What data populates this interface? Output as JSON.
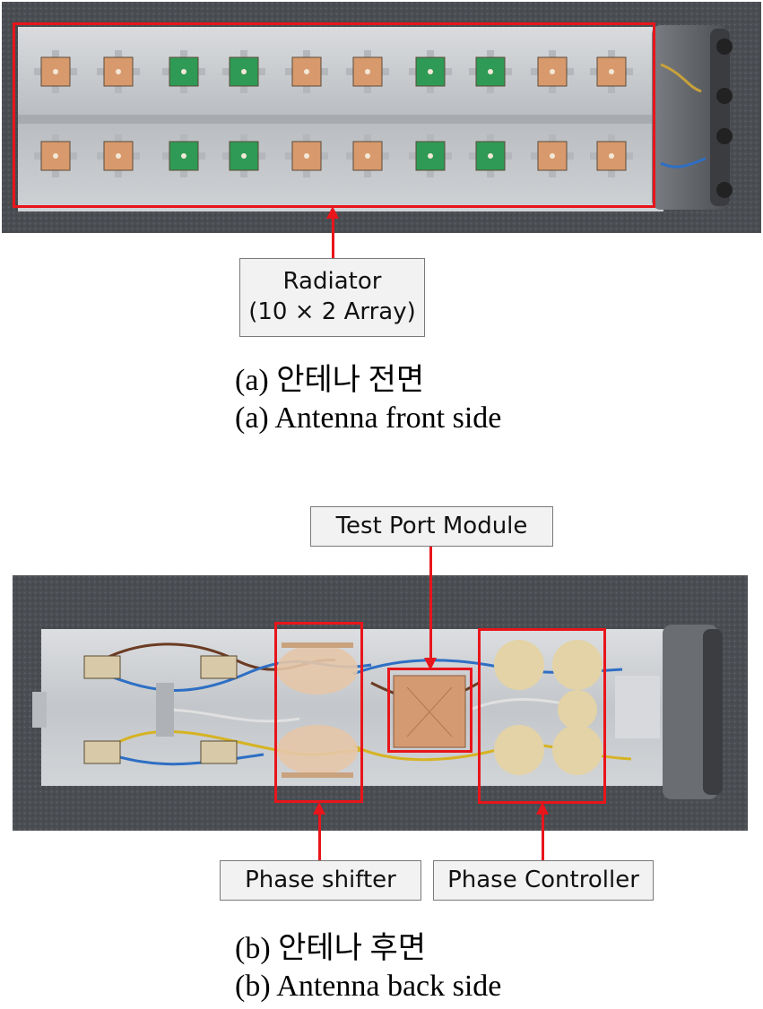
{
  "front": {
    "callout_line1": "Radiator",
    "callout_line2": "(10 × 2 Array)",
    "caption_korean": "(a) 안테나 전면",
    "caption_english": "(a) Antenna front side"
  },
  "back": {
    "callout_test_port": "Test Port Module",
    "callout_phase_shifter": "Phase shifter",
    "callout_phase_controller": "Phase Controller",
    "caption_korean": "(b) 안테나 후면",
    "caption_english": "(b) Antenna back side"
  },
  "colors": {
    "highlight": "#e8151b",
    "callout_background": "#f2f2f2",
    "carpet": "#4a4d52",
    "aluminium_plate": "#c9ccd0",
    "radiator_copper": "#d89a6c",
    "radiator_green": "#2f9a55",
    "radome_cap": "#5a5d61"
  },
  "icons": [
    "radiator-element-icon",
    "cable-bundle-icon",
    "connector-icon"
  ]
}
